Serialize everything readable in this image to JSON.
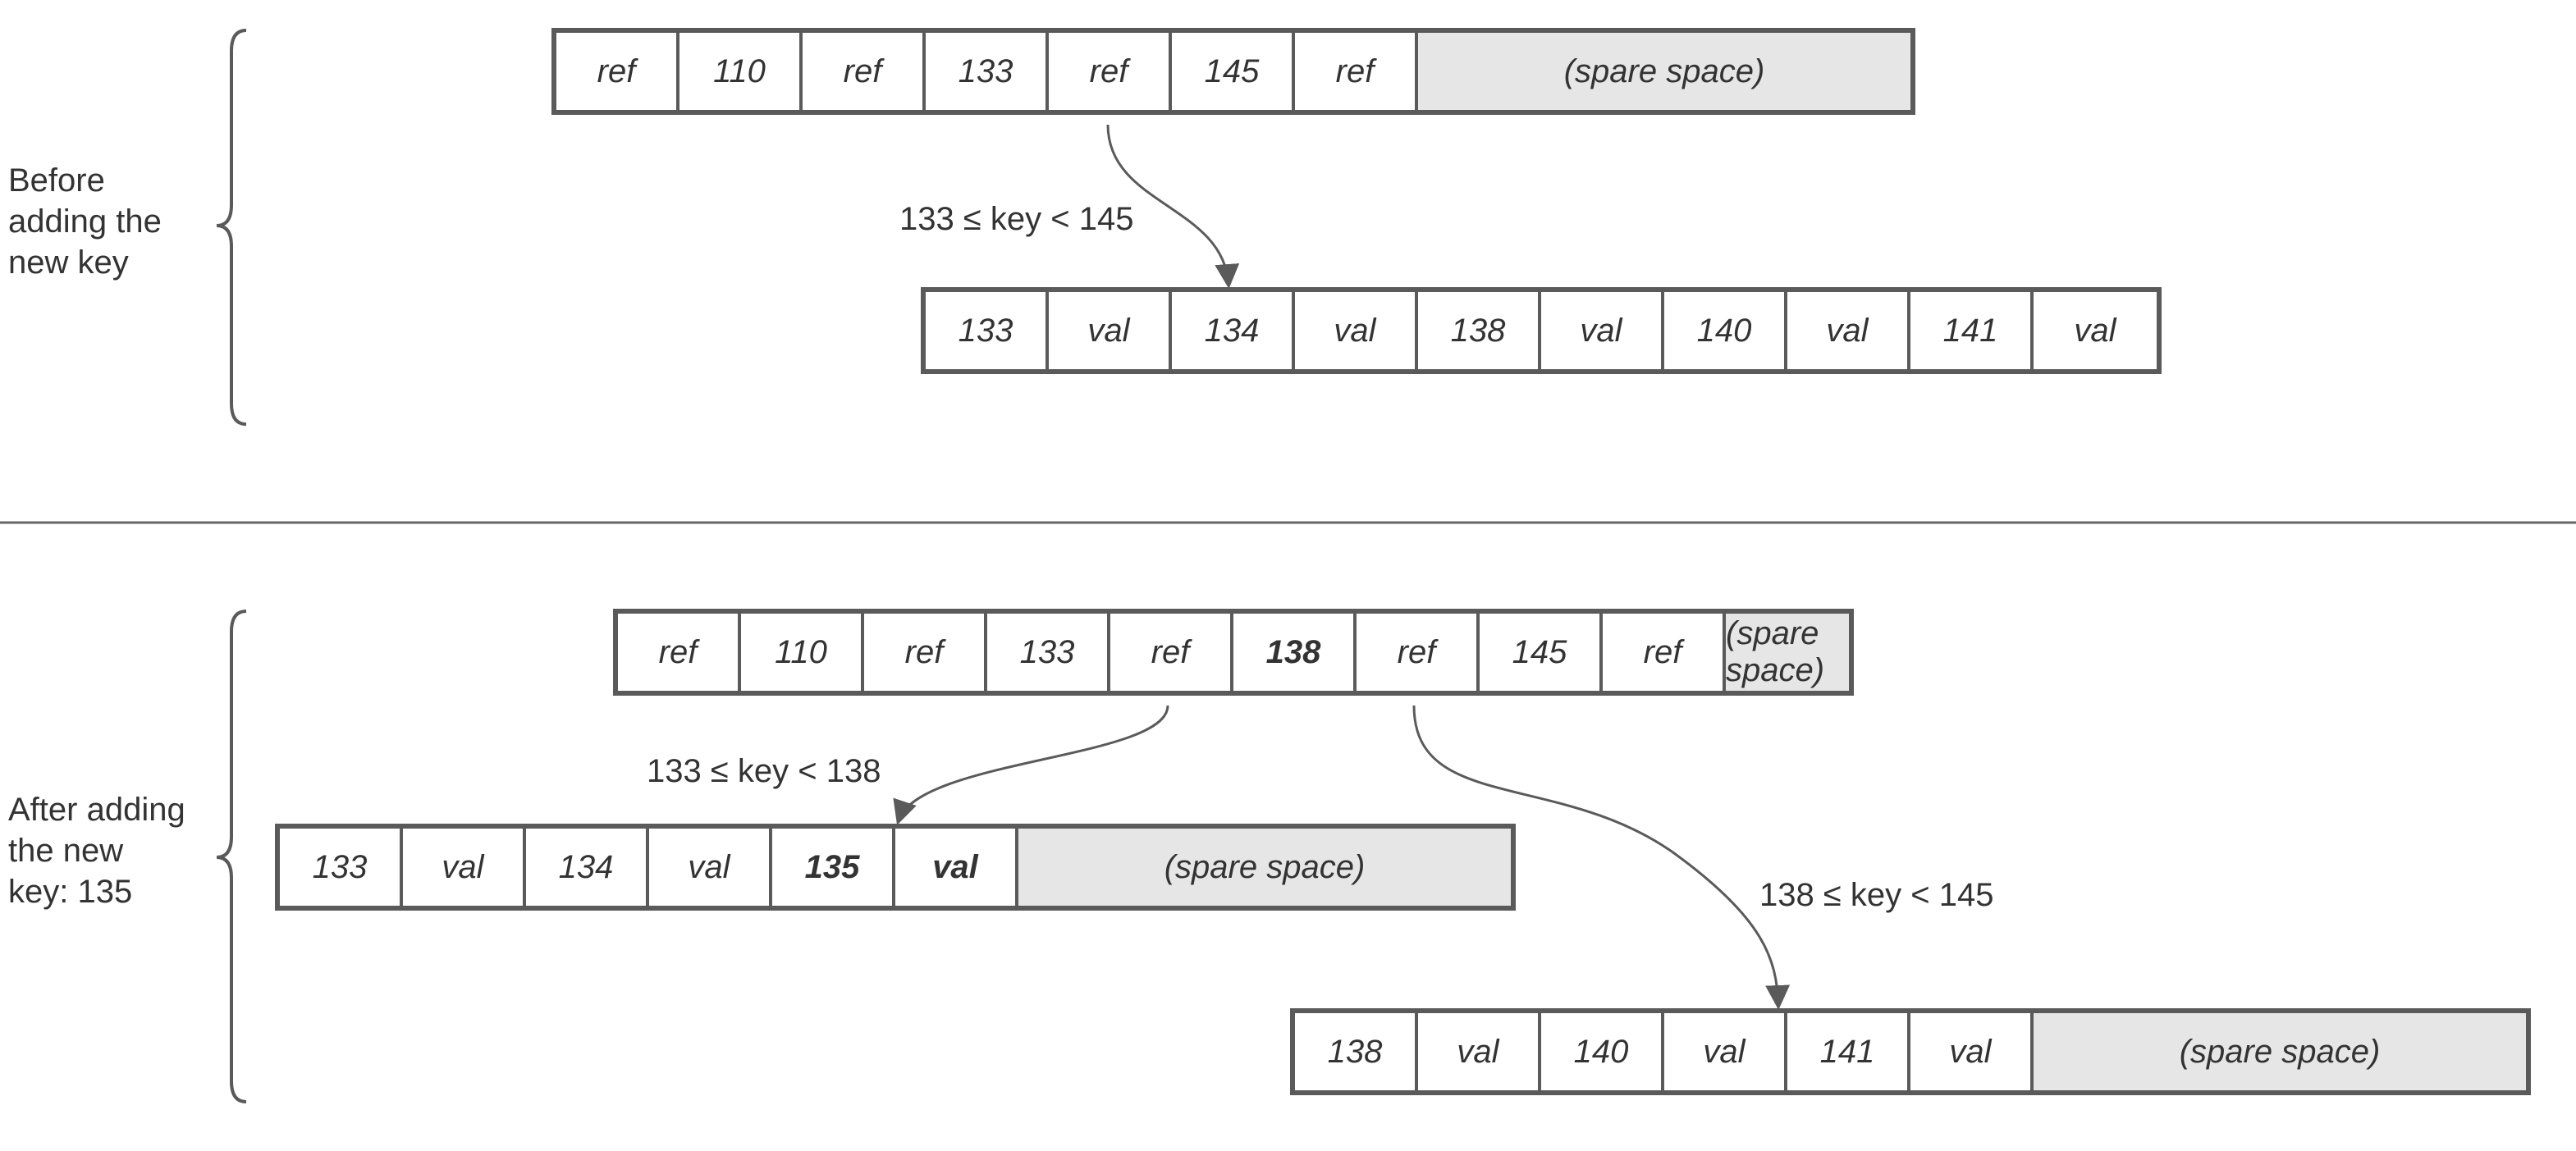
{
  "sections": {
    "before": {
      "label": "Before\nadding the\nnew key"
    },
    "after": {
      "label": "After adding\nthe new\nkey: 135"
    }
  },
  "nodes": {
    "before_internal": [
      {
        "text": "ref"
      },
      {
        "text": "110"
      },
      {
        "text": "ref"
      },
      {
        "text": "133"
      },
      {
        "text": "ref"
      },
      {
        "text": "145"
      },
      {
        "text": "ref"
      },
      {
        "text": "(spare space)",
        "spare": true,
        "span": 4
      }
    ],
    "before_leaf": [
      {
        "text": "133"
      },
      {
        "text": "val"
      },
      {
        "text": "134"
      },
      {
        "text": "val"
      },
      {
        "text": "138"
      },
      {
        "text": "val"
      },
      {
        "text": "140"
      },
      {
        "text": "val"
      },
      {
        "text": "141"
      },
      {
        "text": "val"
      }
    ],
    "after_internal": [
      {
        "text": "ref"
      },
      {
        "text": "110"
      },
      {
        "text": "ref"
      },
      {
        "text": "133"
      },
      {
        "text": "ref"
      },
      {
        "text": "138",
        "bold": true
      },
      {
        "text": "ref"
      },
      {
        "text": "145"
      },
      {
        "text": "ref"
      },
      {
        "text": "(spare space)",
        "spare": true,
        "span": 1
      }
    ],
    "after_leaf_left": [
      {
        "text": "133"
      },
      {
        "text": "val"
      },
      {
        "text": "134"
      },
      {
        "text": "val"
      },
      {
        "text": "135",
        "bold": true
      },
      {
        "text": "val",
        "bold": true
      },
      {
        "text": "(spare space)",
        "spare": true,
        "span": 4
      }
    ],
    "after_leaf_right": [
      {
        "text": "138"
      },
      {
        "text": "val"
      },
      {
        "text": "140"
      },
      {
        "text": "val"
      },
      {
        "text": "141"
      },
      {
        "text": "val"
      },
      {
        "text": "(spare space)",
        "spare": true,
        "span": 4
      }
    ]
  },
  "edges": {
    "before_edge": "133 ≤ key < 145",
    "after_edge_left": "133 ≤ key < 138",
    "after_edge_right": "138 ≤ key < 145"
  },
  "colors": {
    "border": "#5a5a5a",
    "spare_fill": "#e6e6e6",
    "text": "#333333",
    "divider": "#666666"
  }
}
